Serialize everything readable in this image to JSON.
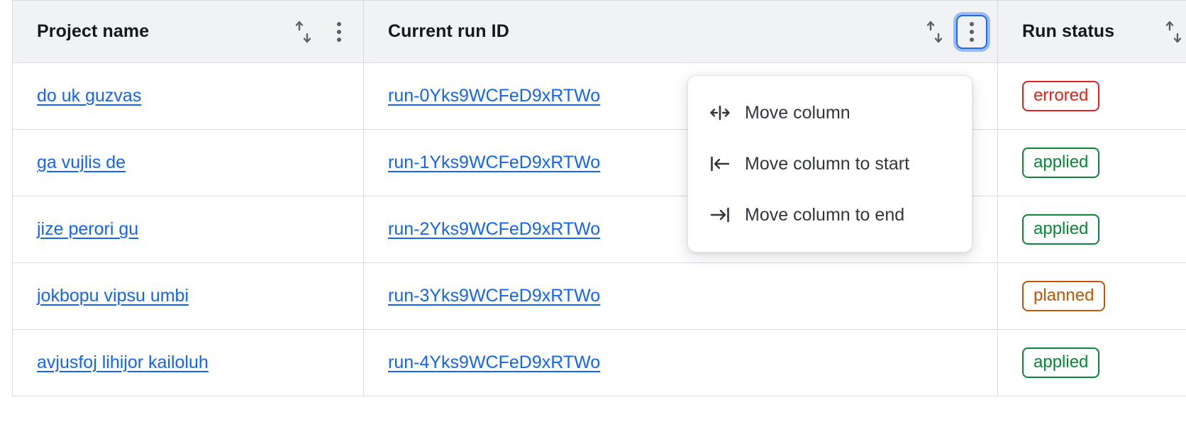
{
  "table": {
    "columns": [
      {
        "id": "project-name",
        "label": "Project name",
        "sort_icon": "sort-updown-icon",
        "menu_icon": "kebab-menu-icon",
        "menu_active": false
      },
      {
        "id": "current-run-id",
        "label": "Current run ID",
        "sort_icon": "sort-updown-icon",
        "menu_icon": "kebab-menu-icon",
        "menu_active": true
      },
      {
        "id": "run-status",
        "label": "Run status",
        "sort_icon": "sort-updown-icon",
        "menu_icon": null,
        "menu_active": false
      }
    ],
    "rows": [
      {
        "project_name": "do uk guzvas",
        "run_id": "run-0Yks9WCFeD9xRTWo",
        "status": "errored",
        "status_color": "#e1221f"
      },
      {
        "project_name": "ga vujlis de",
        "run_id": "run-1Yks9WCFeD9xRTWo",
        "status": "applied",
        "status_color": "#0a8734"
      },
      {
        "project_name": "jize perori gu",
        "run_id": "run-2Yks9WCFeD9xRTWo",
        "status": "applied",
        "status_color": "#0a8734"
      },
      {
        "project_name": "jokbopu vipsu umbi",
        "run_id": "run-3Yks9WCFeD9xRTWo",
        "status": "planned",
        "status_color": "#c0560a"
      },
      {
        "project_name": "avjusfoj lihijor kailoluh",
        "run_id": "run-4Yks9WCFeD9xRTWo",
        "status": "applied",
        "status_color": "#0a8734"
      }
    ]
  },
  "column_menu": {
    "open_for_column": "Current run ID",
    "items": [
      {
        "icon": "move-column-icon",
        "label": "Move column"
      },
      {
        "icon": "move-column-to-start-icon",
        "label": "Move column to start"
      },
      {
        "icon": "move-column-to-end-icon",
        "label": "Move column to end"
      }
    ]
  },
  "colors": {
    "link": "#1464f6",
    "header_bg": "#f1f2f4",
    "border": "#d9dbe0",
    "focus_ring": "#1b69f0",
    "text": "#15171a",
    "errored": "#e1221f",
    "applied": "#0a8734",
    "planned": "#c0560a"
  }
}
